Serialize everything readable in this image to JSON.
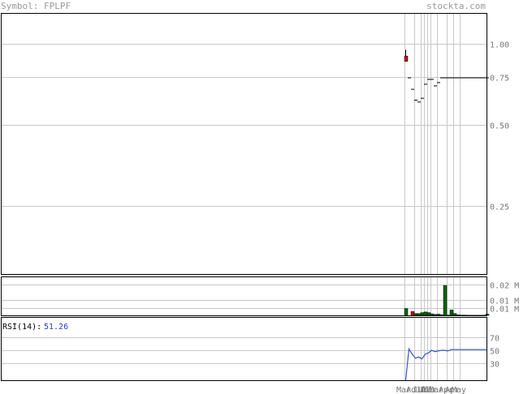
{
  "header": {
    "symbol_label": "Symbol: FPLPF",
    "site": "stockta.com"
  },
  "colors": {
    "up": "#006600",
    "down": "#cc0000",
    "rsi_line": "#3355cc",
    "grid": "#c8c8c8",
    "frame": "#000000"
  },
  "chart_data": [
    {
      "type": "candlestick",
      "panel": "price",
      "scale": "log",
      "ylim": [
        0.14,
        1.3
      ],
      "yticks": [
        1.0,
        0.75,
        0.5,
        0.25
      ],
      "ytick_labels": [
        "1.00",
        "0.75",
        "0.50",
        "0.25"
      ],
      "grid": true,
      "points": [
        {
          "o": 0.9,
          "h": 0.95,
          "l": 0.86,
          "c": 0.86
        },
        {
          "o": 0.75,
          "h": 0.75,
          "l": 0.75,
          "c": 0.75
        },
        {
          "o": 0.68,
          "h": 0.68,
          "l": 0.68,
          "c": 0.68
        },
        {
          "o": 0.62,
          "h": 0.62,
          "l": 0.62,
          "c": 0.62
        },
        {
          "o": 0.61,
          "h": 0.61,
          "l": 0.61,
          "c": 0.61
        },
        {
          "o": 0.63,
          "h": 0.63,
          "l": 0.63,
          "c": 0.63
        },
        {
          "o": 0.71,
          "h": 0.71,
          "l": 0.71,
          "c": 0.71
        },
        {
          "o": 0.74,
          "h": 0.74,
          "l": 0.74,
          "c": 0.74
        },
        {
          "o": 0.74,
          "h": 0.74,
          "l": 0.74,
          "c": 0.74
        },
        {
          "o": 0.7,
          "h": 0.7,
          "l": 0.7,
          "c": 0.7
        },
        {
          "o": 0.72,
          "h": 0.72,
          "l": 0.72,
          "c": 0.72
        },
        {
          "o": 0.75,
          "h": 0.75,
          "l": 0.75,
          "c": 0.75
        },
        {
          "o": 0.75,
          "h": 0.75,
          "l": 0.75,
          "c": 0.75
        },
        {
          "o": 0.75,
          "h": 0.75,
          "l": 0.75,
          "c": 0.75
        },
        {
          "o": 0.75,
          "h": 0.75,
          "l": 0.75,
          "c": 0.75
        },
        {
          "o": 0.75,
          "h": 0.75,
          "l": 0.75,
          "c": 0.75
        },
        {
          "o": 0.75,
          "h": 0.75,
          "l": 0.75,
          "c": 0.75
        },
        {
          "o": 0.75,
          "h": 0.75,
          "l": 0.75,
          "c": 0.75
        },
        {
          "o": 0.75,
          "h": 0.75,
          "l": 0.75,
          "c": 0.75
        },
        {
          "o": 0.75,
          "h": 0.75,
          "l": 0.75,
          "c": 0.75
        },
        {
          "o": 0.75,
          "h": 0.75,
          "l": 0.75,
          "c": 0.75
        },
        {
          "o": 0.75,
          "h": 0.75,
          "l": 0.75,
          "c": 0.75
        },
        {
          "o": 0.75,
          "h": 0.75,
          "l": 0.75,
          "c": 0.75
        },
        {
          "o": 0.75,
          "h": 0.75,
          "l": 0.75,
          "c": 0.75
        },
        {
          "o": 0.75,
          "h": 0.75,
          "l": 0.75,
          "c": 0.75
        },
        {
          "o": 0.75,
          "h": 0.75,
          "l": 0.75,
          "c": 0.75
        }
      ]
    },
    {
      "type": "bar",
      "panel": "volume",
      "ylim": [
        0,
        0.0255
      ],
      "yticks": [
        0.02,
        0.01,
        0.005
      ],
      "ytick_labels": [
        "0.02 M",
        "0.01 M",
        "0.01 M"
      ],
      "grid": true,
      "values": [
        0.0045,
        0.0,
        0.0025,
        0.0012,
        0.0012,
        0.0018,
        0.0022,
        0.0018,
        0.001,
        0.0006,
        0.0008,
        0.0004,
        0.0196,
        0.0002,
        0.0035,
        0.0012,
        0.0004,
        0.0002,
        0.0002,
        0.0001,
        0.0001,
        0.0001,
        0.0001,
        0.0001,
        0.0001,
        0.0008
      ],
      "bar_colors": [
        "up",
        "up",
        "down",
        "up",
        "up",
        "up",
        "up",
        "up",
        "up",
        "up",
        "up",
        "up",
        "up",
        "up",
        "up",
        "up",
        "up",
        "up",
        "up",
        "up",
        "up",
        "up",
        "up",
        "up",
        "up",
        "up"
      ]
    },
    {
      "type": "line",
      "panel": "rsi",
      "label": "RSI(14):",
      "value_text": "51.26",
      "ylim": [
        5,
        100
      ],
      "yticks": [
        70,
        50,
        30
      ],
      "ytick_labels": [
        "70",
        "50",
        "30"
      ],
      "grid": true,
      "values": [
        5,
        52,
        44,
        38,
        40,
        37,
        44,
        46,
        50,
        48,
        49,
        50,
        50,
        49,
        51,
        51,
        51,
        51,
        51,
        51,
        51,
        51,
        51,
        51,
        51,
        51
      ],
      "x_labels": [
        "Mar",
        "Ad",
        "Jul",
        "Jul",
        "Jul",
        "Mar",
        "Mar",
        "Apr",
        "Apr",
        "May"
      ],
      "x_label_index": [
        0,
        3,
        5,
        6,
        7,
        8,
        10,
        13,
        15,
        17
      ]
    }
  ]
}
